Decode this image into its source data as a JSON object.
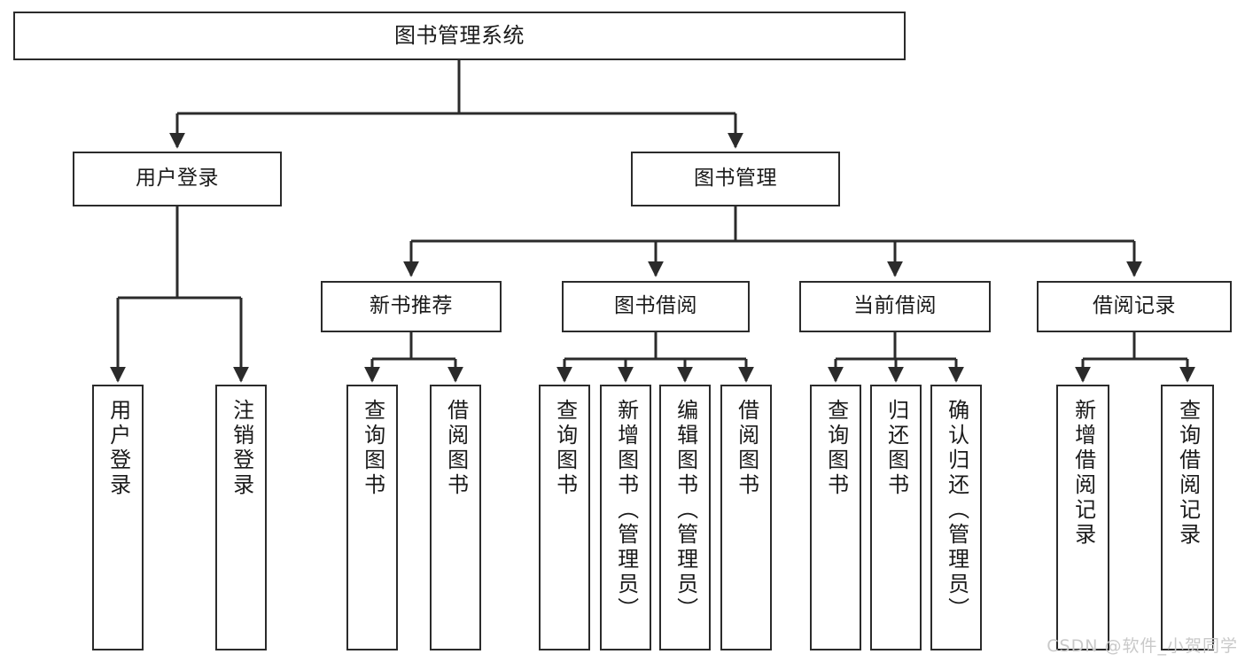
{
  "diagram": {
    "title": "图书管理系统",
    "type": "tree-hierarchy",
    "watermark": "CSDN @软件_小贺同学",
    "colors": {
      "background": "#ffffff",
      "node_border": "#2b2b2b",
      "node_fill": "#ffffff",
      "text": "#1a1a1a",
      "edge": "#2b2b2b",
      "watermark": "#c9c9c9"
    },
    "nodes": {
      "root": {
        "label": "图书管理系统"
      },
      "level2": [
        {
          "label": "用户登录"
        },
        {
          "label": "图书管理"
        }
      ],
      "level3": [
        {
          "label": "新书推荐"
        },
        {
          "label": "图书借阅"
        },
        {
          "label": "当前借阅"
        },
        {
          "label": "借阅记录"
        }
      ],
      "leaves_user_login": [
        {
          "label": "用户登录"
        },
        {
          "label": "注销登录"
        }
      ],
      "leaves_new_book": [
        {
          "label": "查询图书"
        },
        {
          "label": "借阅图书"
        }
      ],
      "leaves_borrow": [
        {
          "label": "查询图书"
        },
        {
          "label": "新增图书（管理员）"
        },
        {
          "label": "编辑图书（管理员）"
        },
        {
          "label": "借阅图书"
        }
      ],
      "leaves_current": [
        {
          "label": "查询图书"
        },
        {
          "label": "归还图书"
        },
        {
          "label": "确认归还（管理员）"
        }
      ],
      "leaves_records": [
        {
          "label": "新增借阅记录"
        },
        {
          "label": "查询借阅记录"
        }
      ]
    }
  }
}
